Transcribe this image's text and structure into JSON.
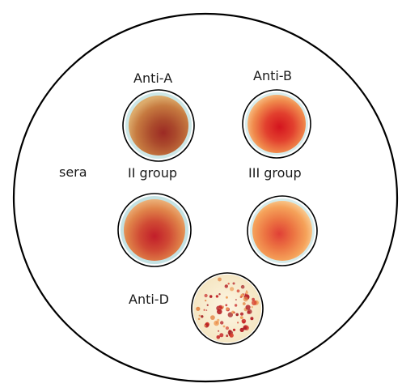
{
  "labels": {
    "anti_a": "Anti-A",
    "anti_b": "Anti-B",
    "sera": "sera",
    "group_2": "II group",
    "group_3": "III group",
    "anti_d": "Anti-D"
  },
  "wells": [
    {
      "id": "anti-a-row1",
      "reagent": "Anti-A",
      "serum": "",
      "appearance": "brown-uniform",
      "colors": [
        "#a8462c",
        "#c0653a",
        "#d79a5c"
      ]
    },
    {
      "id": "anti-b-row1",
      "reagent": "Anti-B",
      "serum": "",
      "appearance": "red-uniform",
      "colors": [
        "#d9252a",
        "#ec6b3f",
        "#f4b97a"
      ]
    },
    {
      "id": "group2-row2",
      "reagent": "",
      "serum": "II group",
      "appearance": "red-uniform",
      "colors": [
        "#c82a2c",
        "#d86a3a",
        "#e8a56a"
      ]
    },
    {
      "id": "group3-row2",
      "reagent": "",
      "serum": "III group",
      "appearance": "orange-uniform",
      "colors": [
        "#e4593a",
        "#f08a48",
        "#f8c07c"
      ]
    },
    {
      "id": "anti-d-row3",
      "reagent": "Anti-D",
      "serum": "",
      "appearance": "agglutinated-dots",
      "colors": [
        "#fbf2dc",
        "#d0392c",
        "#e6a058"
      ]
    }
  ],
  "colors": {
    "outline": "#000000",
    "well_rim": "#c9e6e7",
    "background": "#ffffff"
  }
}
